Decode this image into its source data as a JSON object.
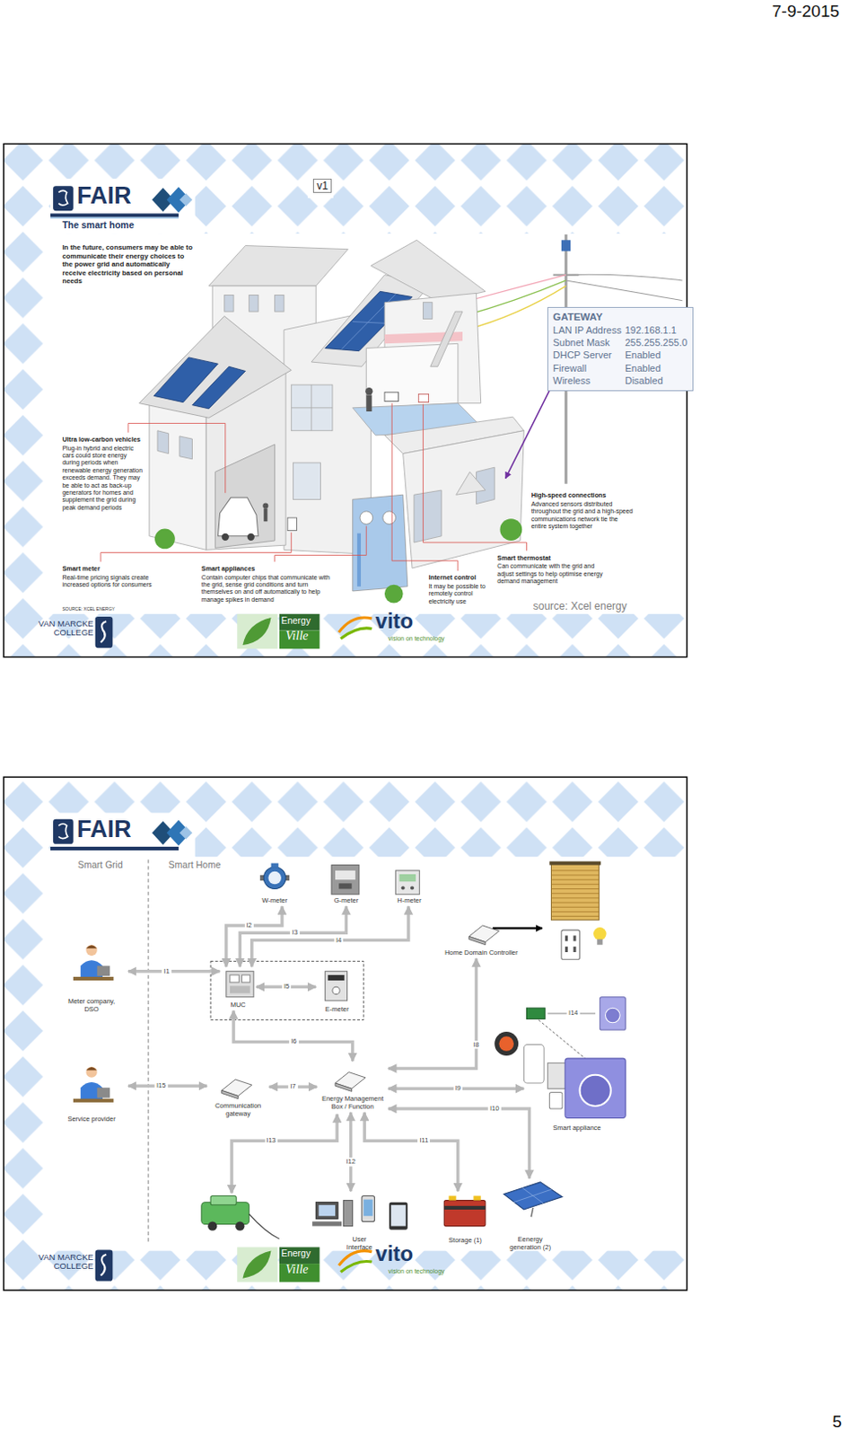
{
  "diagram": {
    "nodes": [
      {
        "text": [
          "GATEWAY",
          "LAN IP Address",
          "192.168.1.1",
          "Subnet Mask",
          "255.255.255.0",
          "DHCP Server",
          "Enabled",
          "Firewall",
          "Enabled",
          "Wireless",
          "Disabled"
        ]
      },
      {
        "text": [
          "W-meter"
        ]
      },
      {
        "text": [
          "G-meter"
        ]
      },
      {
        "text": [
          "H-meter"
        ]
      },
      {
        "text": [
          "Home Domain Controller"
        ]
      },
      {
        "text": [
          "Meter company, DSO"
        ]
      },
      {
        "text": [
          "MUC"
        ]
      },
      {
        "text": [
          "E-meter"
        ]
      },
      {
        "text": [
          "Service provider"
        ]
      },
      {
        "text": [
          "Communication gateway"
        ]
      },
      {
        "text": [
          "Energy Management Box / Function"
        ]
      },
      {
        "text": [
          "Smart appliance"
        ]
      },
      {
        "text": [
          "User Interface"
        ]
      },
      {
        "text": [
          "Storage (1)"
        ]
      },
      {
        "text": [
          "Eenergy generation (2)"
        ]
      }
    ],
    "edges": [
      {
        "from": 5,
        "to": 6,
        "label": "I1",
        "arrow": "both"
      },
      {
        "from": 1,
        "to": 6,
        "label": "I2",
        "arrow": "both"
      },
      {
        "from": 2,
        "to": 6,
        "label": "I3",
        "arrow": "both"
      },
      {
        "from": 3,
        "to": 6,
        "label": "I4",
        "arrow": "both"
      },
      {
        "from": 6,
        "to": 7,
        "label": "I5",
        "arrow": "both"
      },
      {
        "from": 6,
        "to": 10,
        "label": "I6",
        "arrow": "both"
      },
      {
        "from": 9,
        "to": 10,
        "label": "I7",
        "arrow": "both"
      },
      {
        "from": 10,
        "to": 4,
        "label": "I8",
        "arrow": "both"
      },
      {
        "from": 10,
        "to": 11,
        "label": "I9",
        "arrow": "both"
      },
      {
        "from": 10,
        "to": 14,
        "label": "I10",
        "arrow": "both"
      },
      {
        "from": 10,
        "to": 13,
        "label": "I11",
        "arrow": "both"
      },
      {
        "from": 10,
        "to": 12,
        "label": "I12",
        "arrow": "both"
      },
      {
        "from": 8,
        "to": 9,
        "label": "I15",
        "arrow": "both"
      }
    ],
    "labels": [
      "7-9-2015",
      "FAIR",
      "v1",
      "The smart home",
      "In the future, consumers may be able to communicate their energy choices to the power grid and automatically receive electricity based on personal needs",
      "Ultra low-carbon vehicles",
      "Plug-in hybrid and electric cars could store energy during periods when renewable energy generation exceeds demand. They may be able to act as back-up generators for homes and supplement the grid during peak demand periods",
      "Smart meter",
      "Real-time pricing signals create increased options for consumers",
      "Smart appliances",
      "Contain computer chips that communicate with the grid, sense grid conditions and turn themselves on and off automatically to help manage spikes in demand",
      "Internet control",
      "It may be possible to remotely control electricity use",
      "Smart thermostat",
      "Can communicate with the grid and adjust settings to help optimise energy demand management",
      "High-speed connections",
      "Advanced sensors distributed throughout the grid and a high-speed communications network tie the entire system together",
      "SOURCE: XCEL ENERGY",
      "source: Xcel energy",
      "VAN MARCKE COLLEGE",
      "Energy",
      "Ville",
      "vito",
      "vision on technology",
      "FAIR",
      "Smart Grid",
      "Smart Home",
      "I13",
      "I14",
      "VAN MARCKE COLLEGE",
      "Energy",
      "Ville",
      "vito",
      "vision on technology",
      "5"
    ]
  }
}
